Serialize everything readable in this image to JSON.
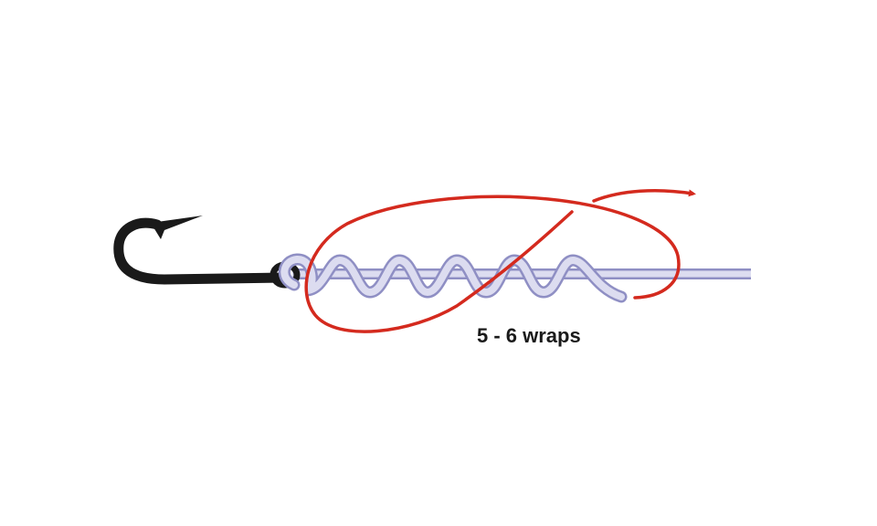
{
  "diagram": {
    "annotation": "5 - 6 wraps",
    "colors": {
      "hook": "#1a1a1a",
      "line_fill": "#dcdcf0",
      "line_edge": "#8f8fc4",
      "tag_end": "#d42a1e",
      "background": "#ffffff"
    },
    "wrap_count_range": [
      5,
      6
    ]
  }
}
